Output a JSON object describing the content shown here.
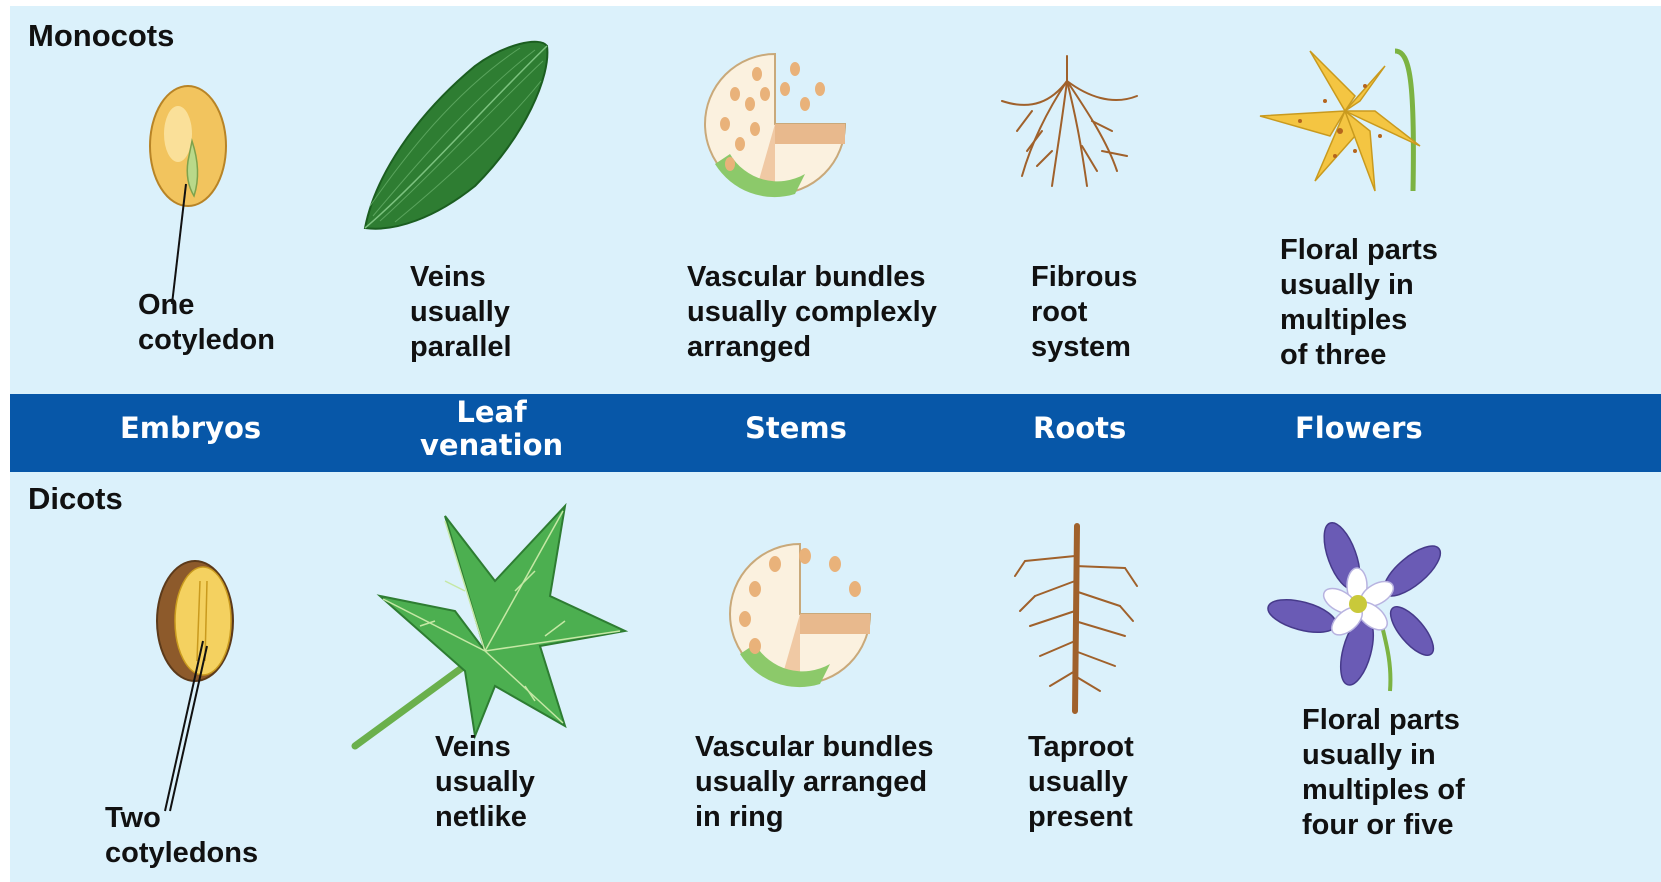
{
  "sections": {
    "monocots": "Monocots",
    "dicots": "Dicots"
  },
  "categories": {
    "embryos": "Embryos",
    "leaf": "Leaf\nvenation",
    "stems": "Stems",
    "roots": "Roots",
    "flowers": "Flowers"
  },
  "monocot": {
    "embryo": "One\ncotyledon",
    "leaf": "Veins\nusually\nparallel",
    "stem": "Vascular bundles\nusually complexly\narranged",
    "root": "Fibrous\nroot\nsystem",
    "flower": "Floral parts\nusually in\nmultiples\nof three"
  },
  "dicot": {
    "embryo": "Two\ncotyledons",
    "leaf": "Veins\nusually\nnetlike",
    "stem": "Vascular bundles\nusually arranged\nin ring",
    "root": "Taproot\nusually\npresent",
    "flower": "Floral parts\nusually in\nmultiples of\nfour or five"
  },
  "colors": {
    "background": "#dbf1fb",
    "band": "#0757a8",
    "leaf_green": "#2e7d32",
    "root_brown": "#a0612b",
    "monocot_flower": "#f4c542",
    "dicot_flower": "#6a5bb5"
  },
  "icons": [
    "seed-icon",
    "leaf-icon",
    "stem-section-icon",
    "root-icon",
    "flower-icon"
  ]
}
